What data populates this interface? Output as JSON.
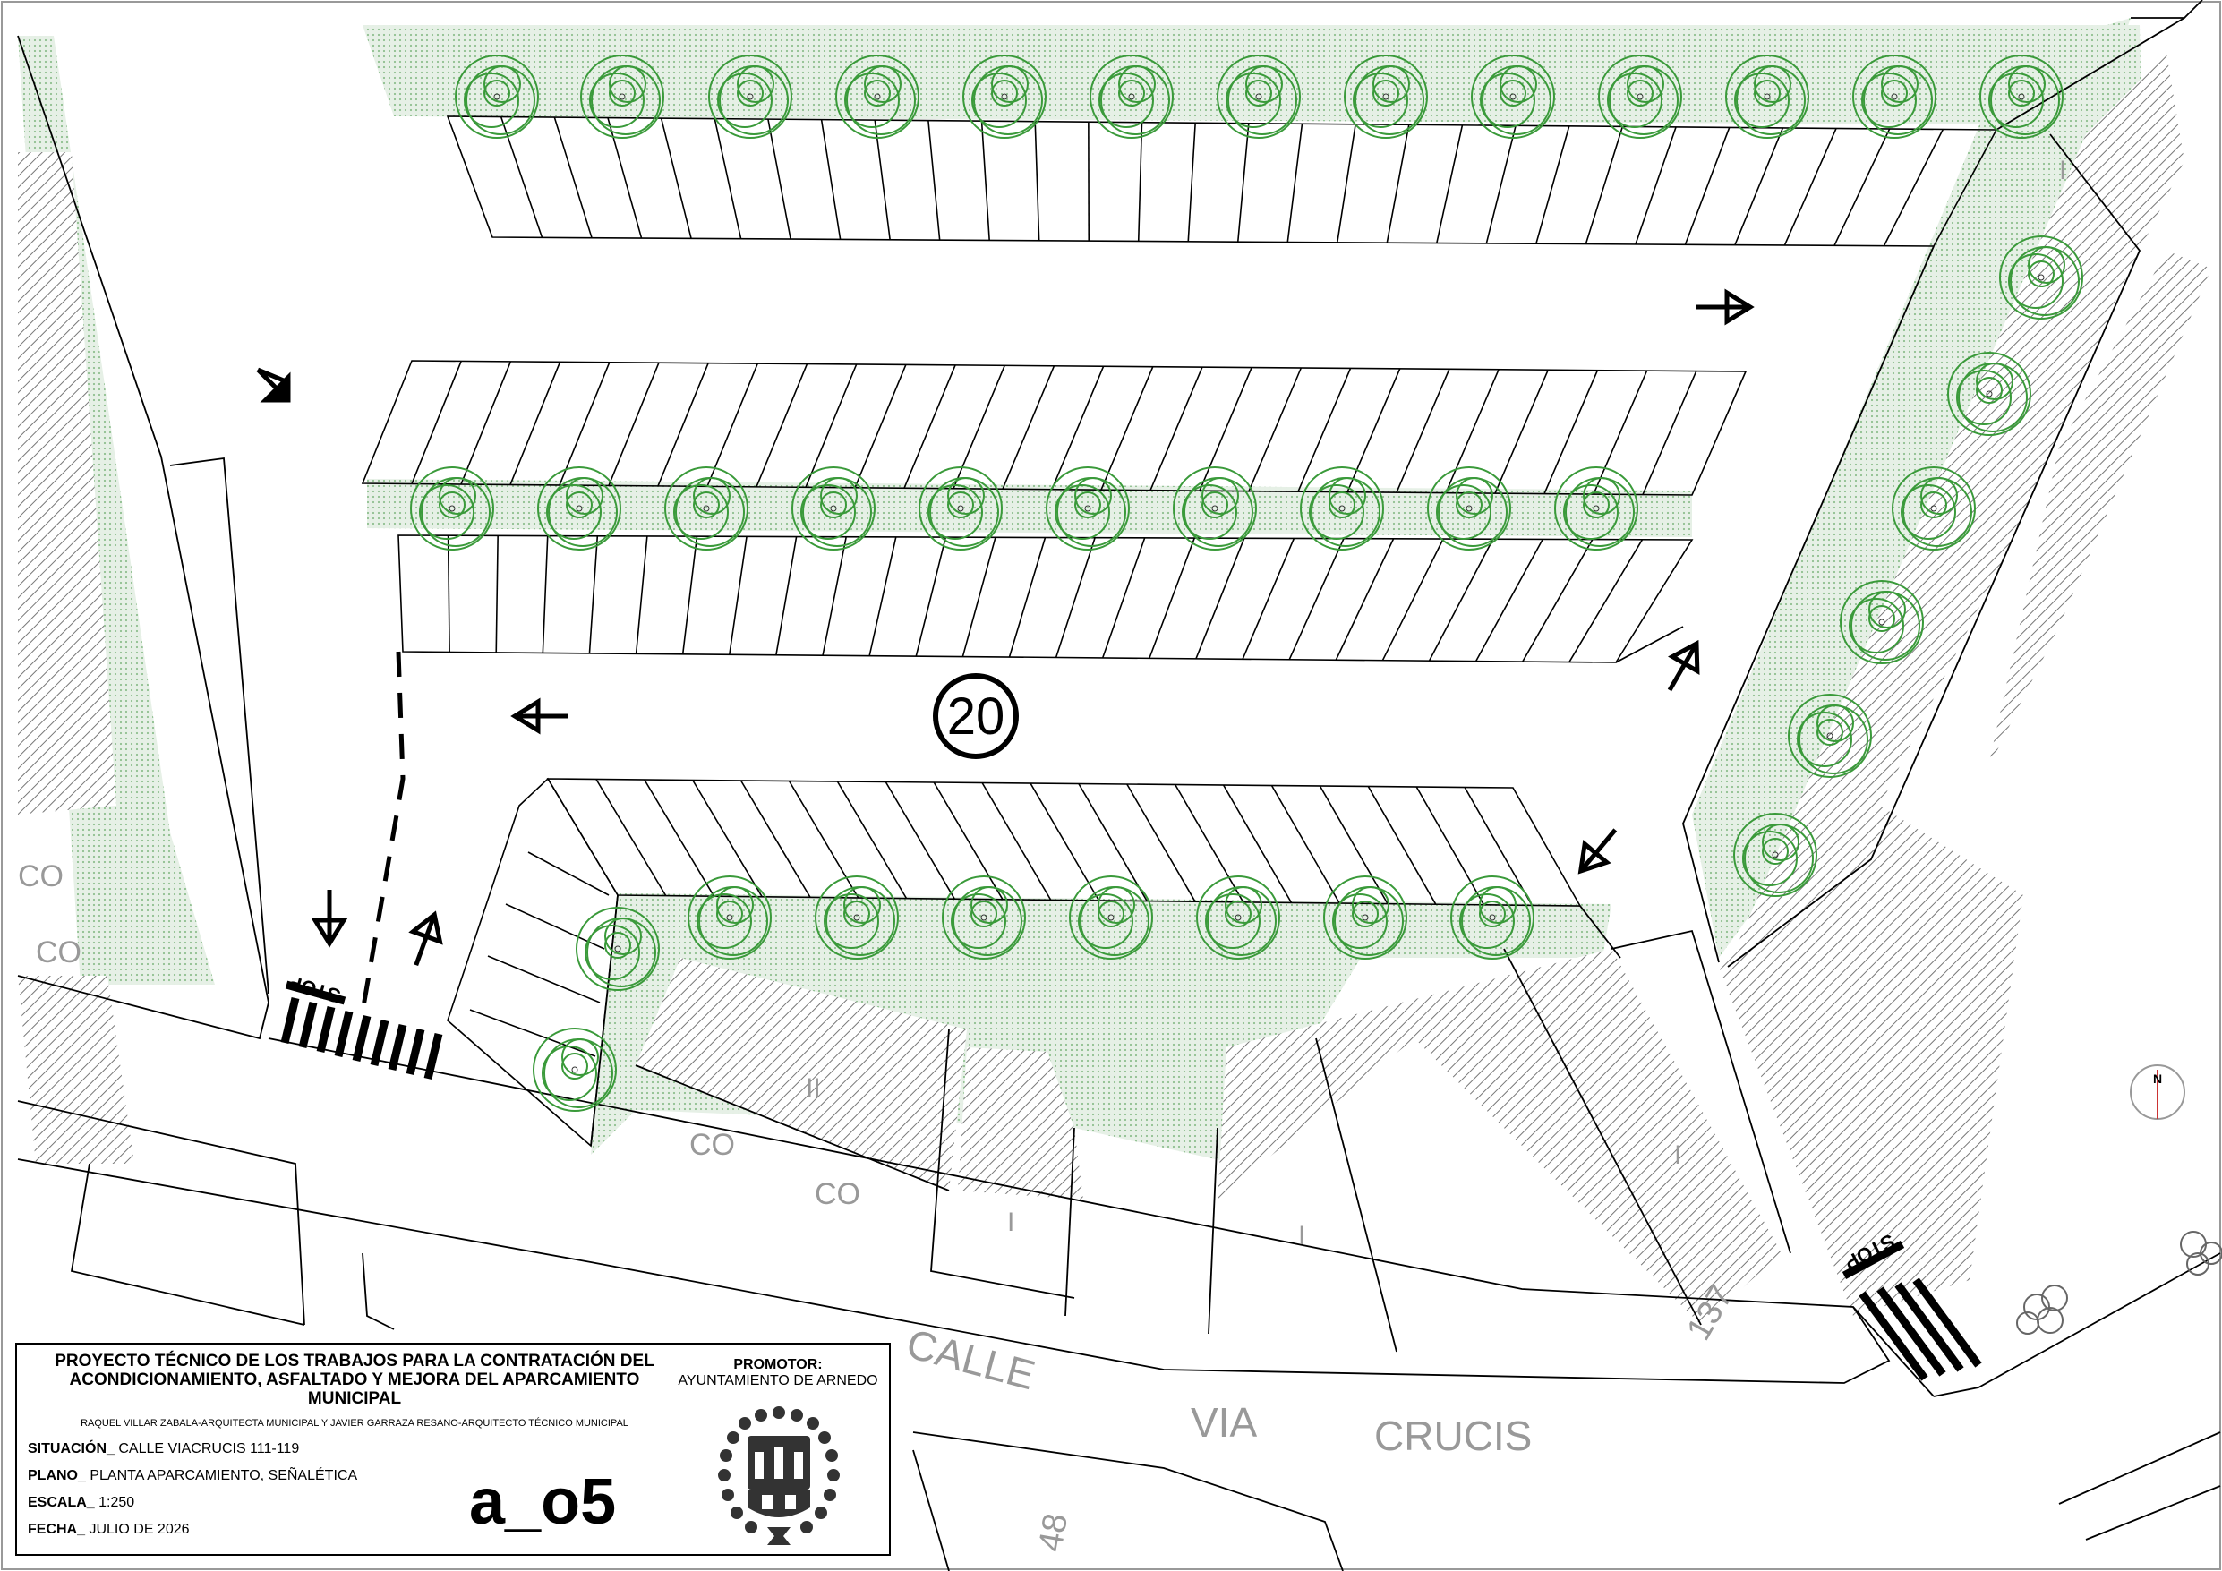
{
  "plan": {
    "speed_limit": "20",
    "stop_labels": [
      "STOP",
      "STOP"
    ],
    "street_labels": [
      "CALLE",
      "VIA",
      "CRUCIS"
    ],
    "house_numbers": [
      "137",
      "48"
    ],
    "building_labels": [
      "CO",
      "CO",
      "CO",
      "CO",
      "II",
      "I",
      "I",
      "I",
      "I"
    ],
    "north_label": "N",
    "colors": {
      "tree": "#3a9a3a",
      "vegetation": "#cfe3cf",
      "line": "#000000",
      "hatch": "#777777"
    }
  },
  "legend": {
    "title": "PROYECTO TÉCNICO DE LOS TRABAJOS PARA LA CONTRATACIÓN DEL ACONDICIONAMIENTO, ASFALTADO Y MEJORA DEL APARCAMIENTO MUNICIPAL",
    "authors": "RAQUEL VILLAR ZABALA-ARQUITECTA MUNICIPAL Y JAVIER GARRAZA RESANO-ARQUITECTO TÉCNICO MUNICIPAL",
    "situacion_label": "SITUACIÓN_",
    "situacion_value": "CALLE VIACRUCIS 111-119",
    "plano_label": "PLANO_",
    "plano_value": "PLANTA APARCAMIENTO, SEÑALÉTICA",
    "escala_label": "ESCALA_",
    "escala_value": "1:250",
    "fecha_label": "FECHA_",
    "fecha_value": "JULIO DE 2026",
    "sheet_code": "a_o5",
    "promotor_label": "PROMOTOR:",
    "promotor_value": "AYUNTAMIENTO DE ARNEDO",
    "logo_icon": "arnedo-coat-of-arms-icon"
  }
}
